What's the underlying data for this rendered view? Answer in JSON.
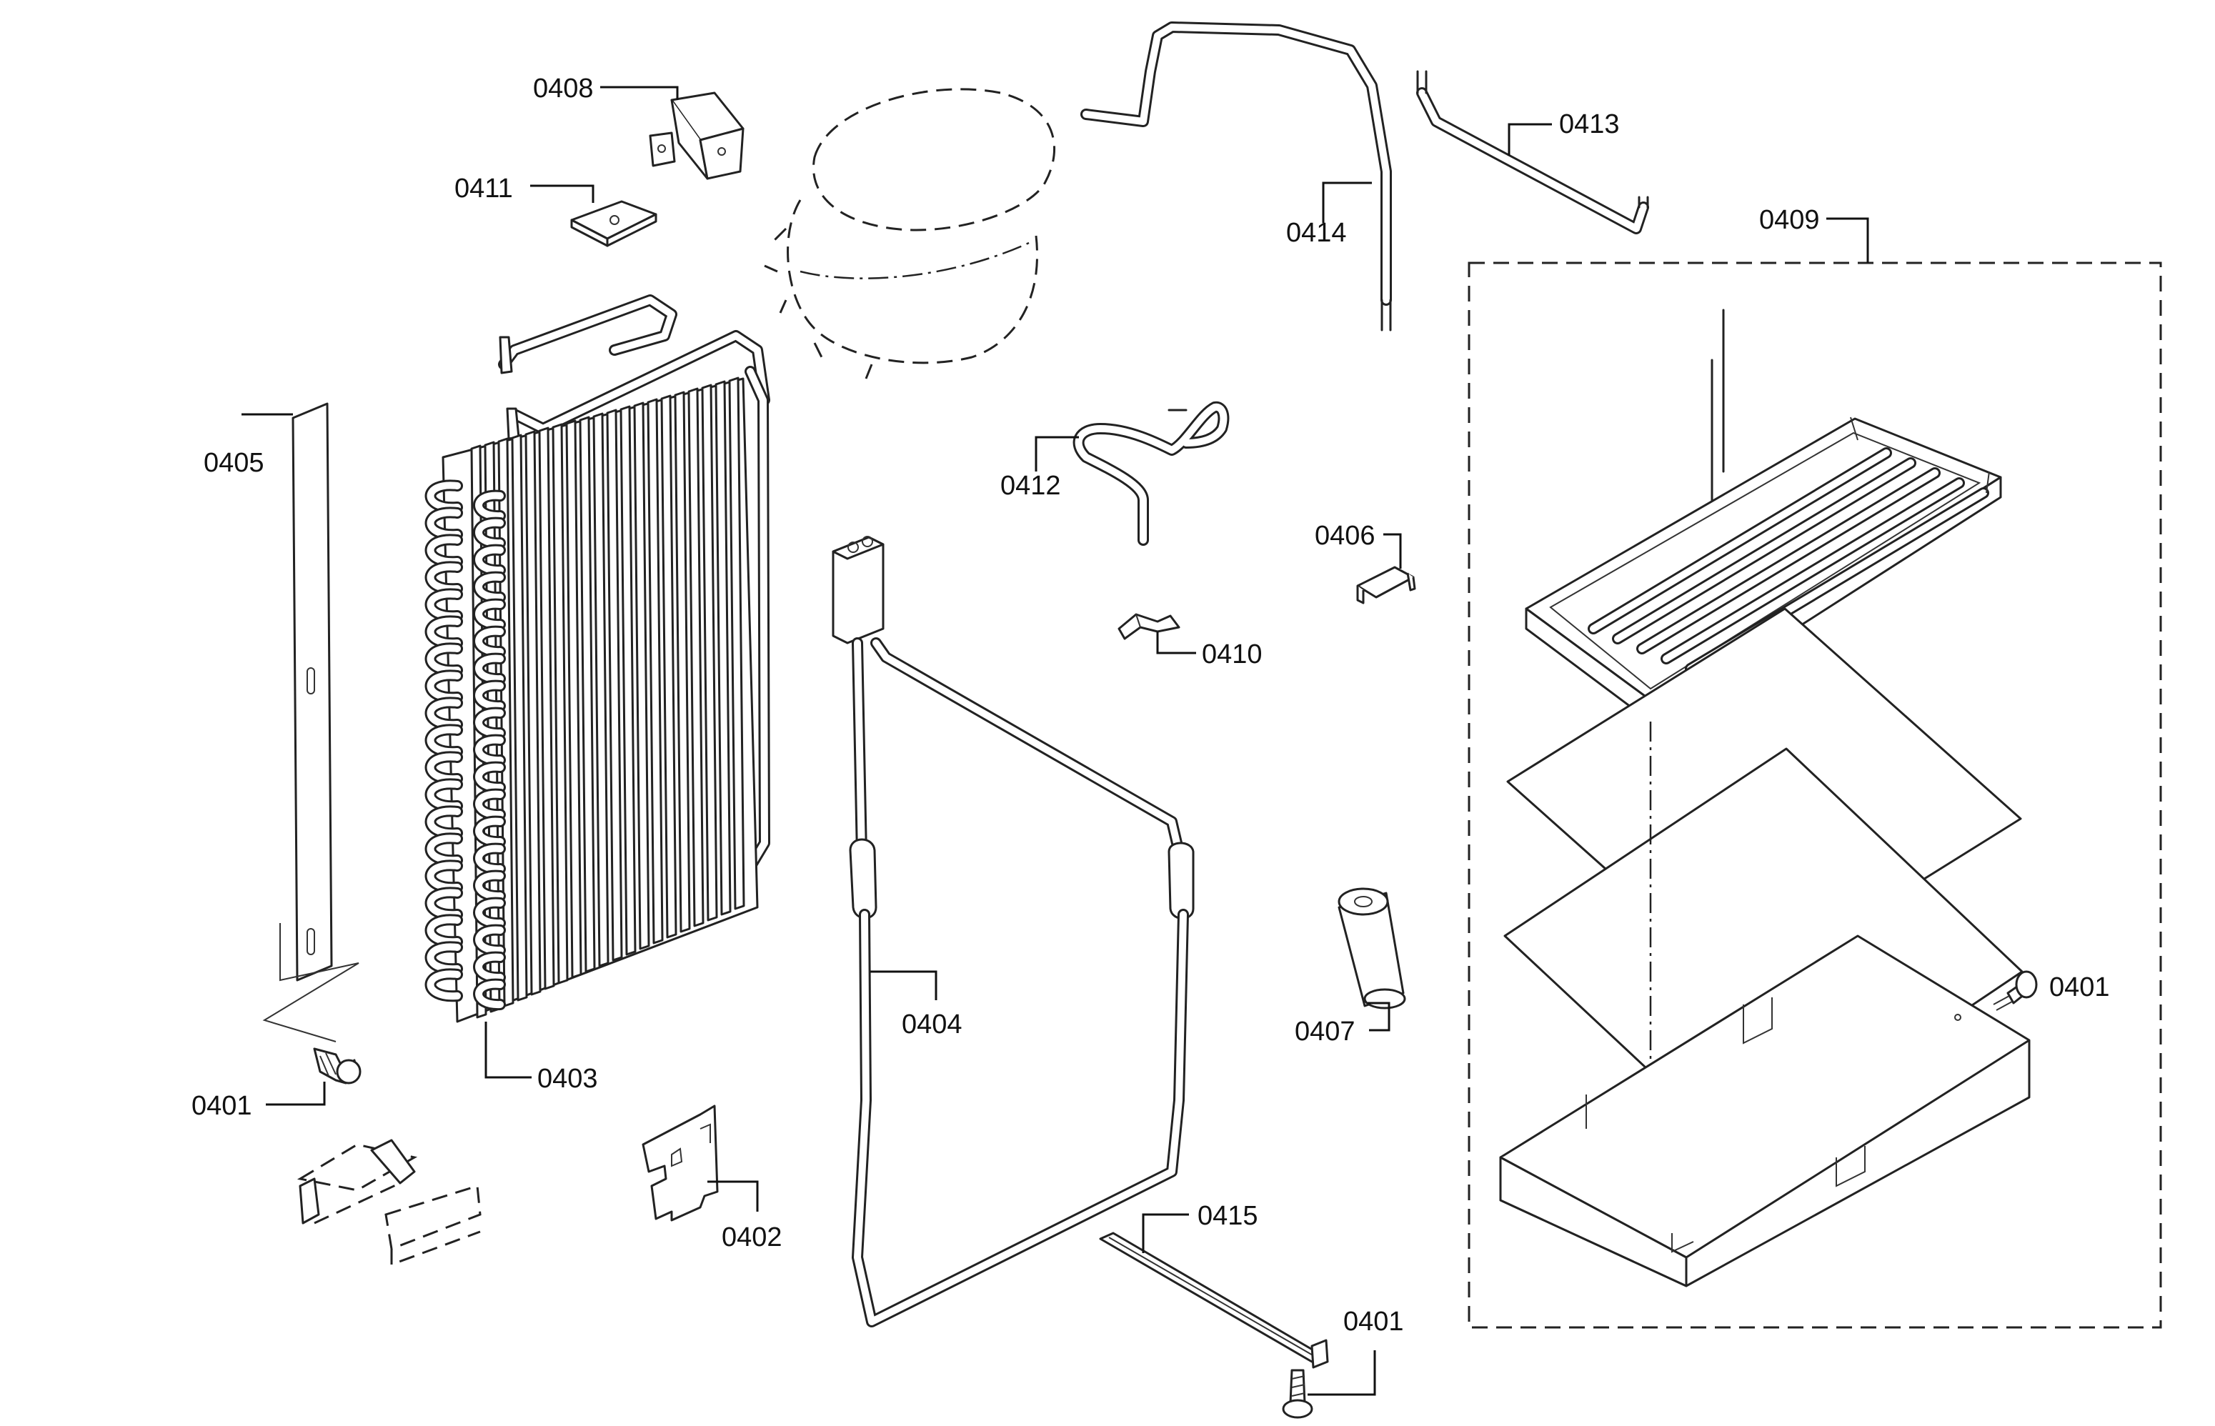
{
  "labels": {
    "p0401a": "0401",
    "p0401b": "0401",
    "p0401c": "0401",
    "p0402": "0402",
    "p0403": "0403",
    "p0404": "0404",
    "p0405": "0405",
    "p0406": "0406",
    "p0407": "0407",
    "p0408": "0408",
    "p0409": "0409",
    "p0410": "0410",
    "p0411": "0411",
    "p0412": "0412",
    "p0413": "0413",
    "p0414": "0414",
    "p0415": "0415"
  }
}
